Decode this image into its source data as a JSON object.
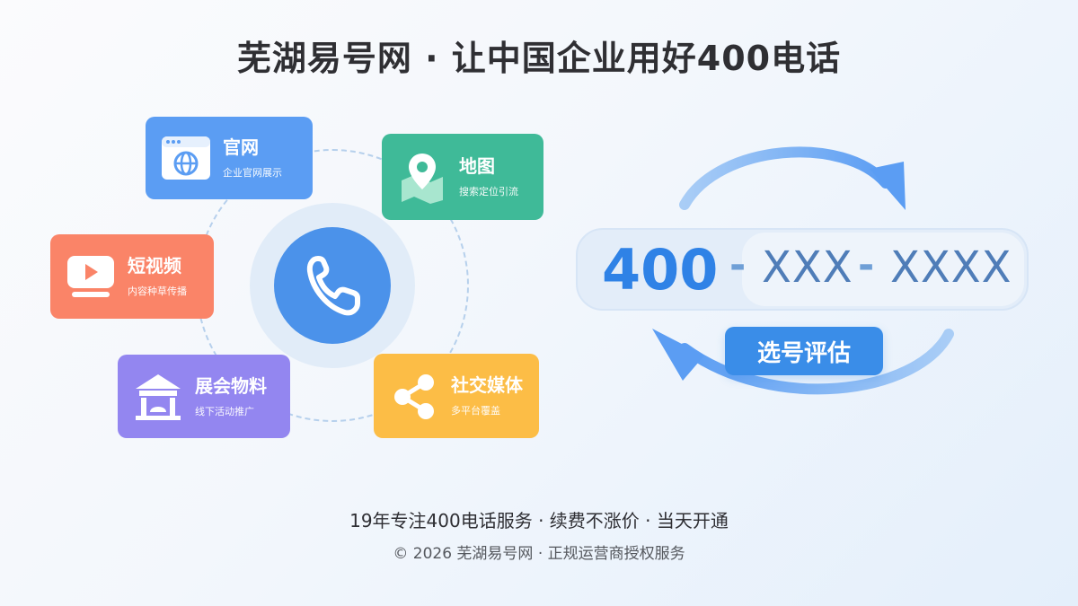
{
  "title": "芜湖易号网 · 让中国企业用好400电话",
  "channels": [
    {
      "key": "site",
      "title": "官网",
      "subtitle": "企业官网展示",
      "icon": "browser-globe-icon",
      "color": "#5b9df3"
    },
    {
      "key": "map",
      "title": "地图",
      "subtitle": "搜索定位引流",
      "icon": "map-pin-icon",
      "color": "#3fba98"
    },
    {
      "key": "video",
      "title": "短视频",
      "subtitle": "内容种草传播",
      "icon": "video-play-icon",
      "color": "#fa8468"
    },
    {
      "key": "expo",
      "title": "展会物料",
      "subtitle": "线下活动推广",
      "icon": "booth-icon",
      "color": "#9386f0"
    },
    {
      "key": "social",
      "title": "社交媒体",
      "subtitle": "多平台覆盖",
      "icon": "share-icon",
      "color": "#fcbd46"
    }
  ],
  "center_icon": "phone-icon",
  "number": {
    "prefix": "400",
    "separator": "-",
    "part1": "XXX",
    "part2": "XXXX"
  },
  "evaluate_button": "选号评估",
  "tagline": "19年专注400电话服务 · 续费不涨价 · 当天开通",
  "copyright": "© 2026 芜湖易号网 · 正规运营商授权服务"
}
